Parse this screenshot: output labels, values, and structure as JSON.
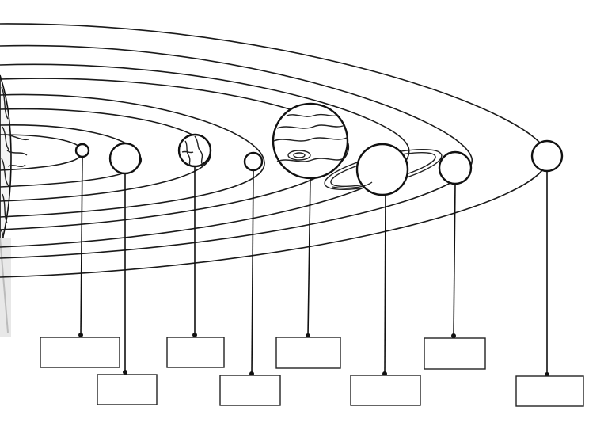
{
  "diagram": {
    "planets": [
      {
        "id": "mercury-position",
        "labelText": ""
      },
      {
        "id": "venus-position",
        "labelText": ""
      },
      {
        "id": "earth-position",
        "labelText": ""
      },
      {
        "id": "mars-position",
        "labelText": ""
      },
      {
        "id": "jupiter-position",
        "labelText": ""
      },
      {
        "id": "saturn-position",
        "labelText": ""
      },
      {
        "id": "uranus-position",
        "labelText": ""
      },
      {
        "id": "neptune-position",
        "labelText": ""
      }
    ],
    "colors": {
      "ink": "#111111",
      "paper": "#ffffff"
    }
  }
}
